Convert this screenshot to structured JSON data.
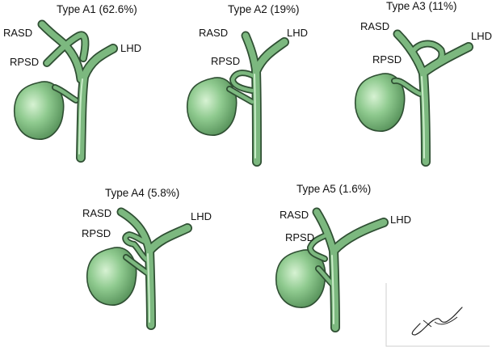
{
  "colors": {
    "duct_outline": "#2f4f33",
    "duct_fill": "#7cb87f",
    "duct_highlight": "#c9ecc8",
    "gallbladder_dark": "#4f8a53",
    "gallbladder_light": "#d7f2d3",
    "text": "#111111"
  },
  "panels": [
    {
      "title": "Type A1 (62.6%)",
      "labels": {
        "rasd": "RASD",
        "rpsd": "RPSD",
        "lhd": "LHD"
      }
    },
    {
      "title": "Type A2 (19%)",
      "labels": {
        "rasd": "RASD",
        "rpsd": "RPSD",
        "lhd": "LHD"
      }
    },
    {
      "title": "Type A3 (11%)",
      "labels": {
        "rasd": "RASD",
        "rpsd": "RPSD",
        "lhd": "LHD"
      }
    },
    {
      "title": "Type A4 (5.8%)",
      "labels": {
        "rasd": "RASD",
        "rpsd": "RPSD",
        "lhd": "LHD"
      }
    },
    {
      "title": "Type A5 (1.6%)",
      "labels": {
        "rasd": "RASD",
        "rpsd": "RPSD",
        "lhd": "LHD"
      }
    }
  ],
  "signature": "Jakob Kessler"
}
